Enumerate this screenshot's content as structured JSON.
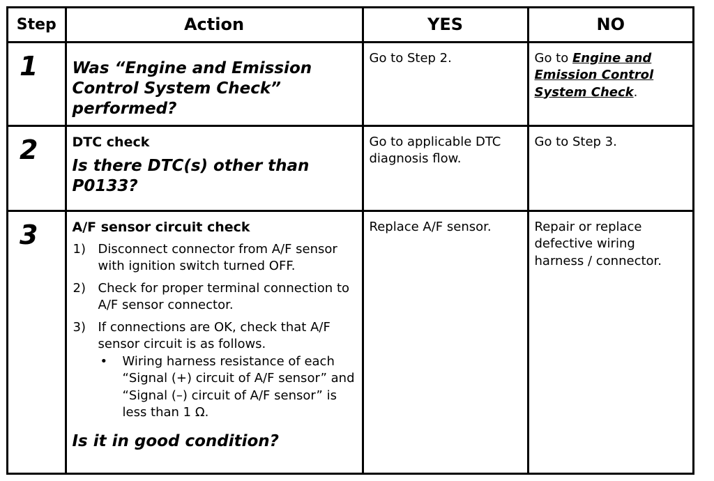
{
  "header": {
    "step": "Step",
    "action": "Action",
    "yes": "YES",
    "no": "NO"
  },
  "rows": [
    {
      "step": "1",
      "question": "Was “Engine and Emission Control System Check” performed?",
      "yes": "Go to Step 2.",
      "no_prefix": "Go to ",
      "no_link": "Engine and Emission Control System Check",
      "no_suffix": "."
    },
    {
      "step": "2",
      "title": "DTC check",
      "question": "Is there DTC(s) other than P0133?",
      "yes": "Go to applicable DTC diagnosis flow.",
      "no": "Go to Step 3."
    },
    {
      "step": "3",
      "title": "A/F sensor circuit check",
      "procedure": [
        {
          "num": "1)",
          "text": "Disconnect connector from A/F sensor with ignition switch turned OFF."
        },
        {
          "num": "2)",
          "text": "Check for proper terminal connection to A/F sensor connector."
        },
        {
          "num": "3)",
          "text": "If connections are OK, check that A/F sensor circuit is as follows."
        }
      ],
      "bullet_mark": "•",
      "bullet": "Wiring harness resistance of each “Signal (+) circuit of A/F sensor” and “Signal (–) circuit of A/F sensor” is less than 1 Ω.",
      "question": "Is it in good condition?",
      "yes": "Replace A/F sensor.",
      "no": "Repair or replace defective wiring harness / connector."
    }
  ]
}
